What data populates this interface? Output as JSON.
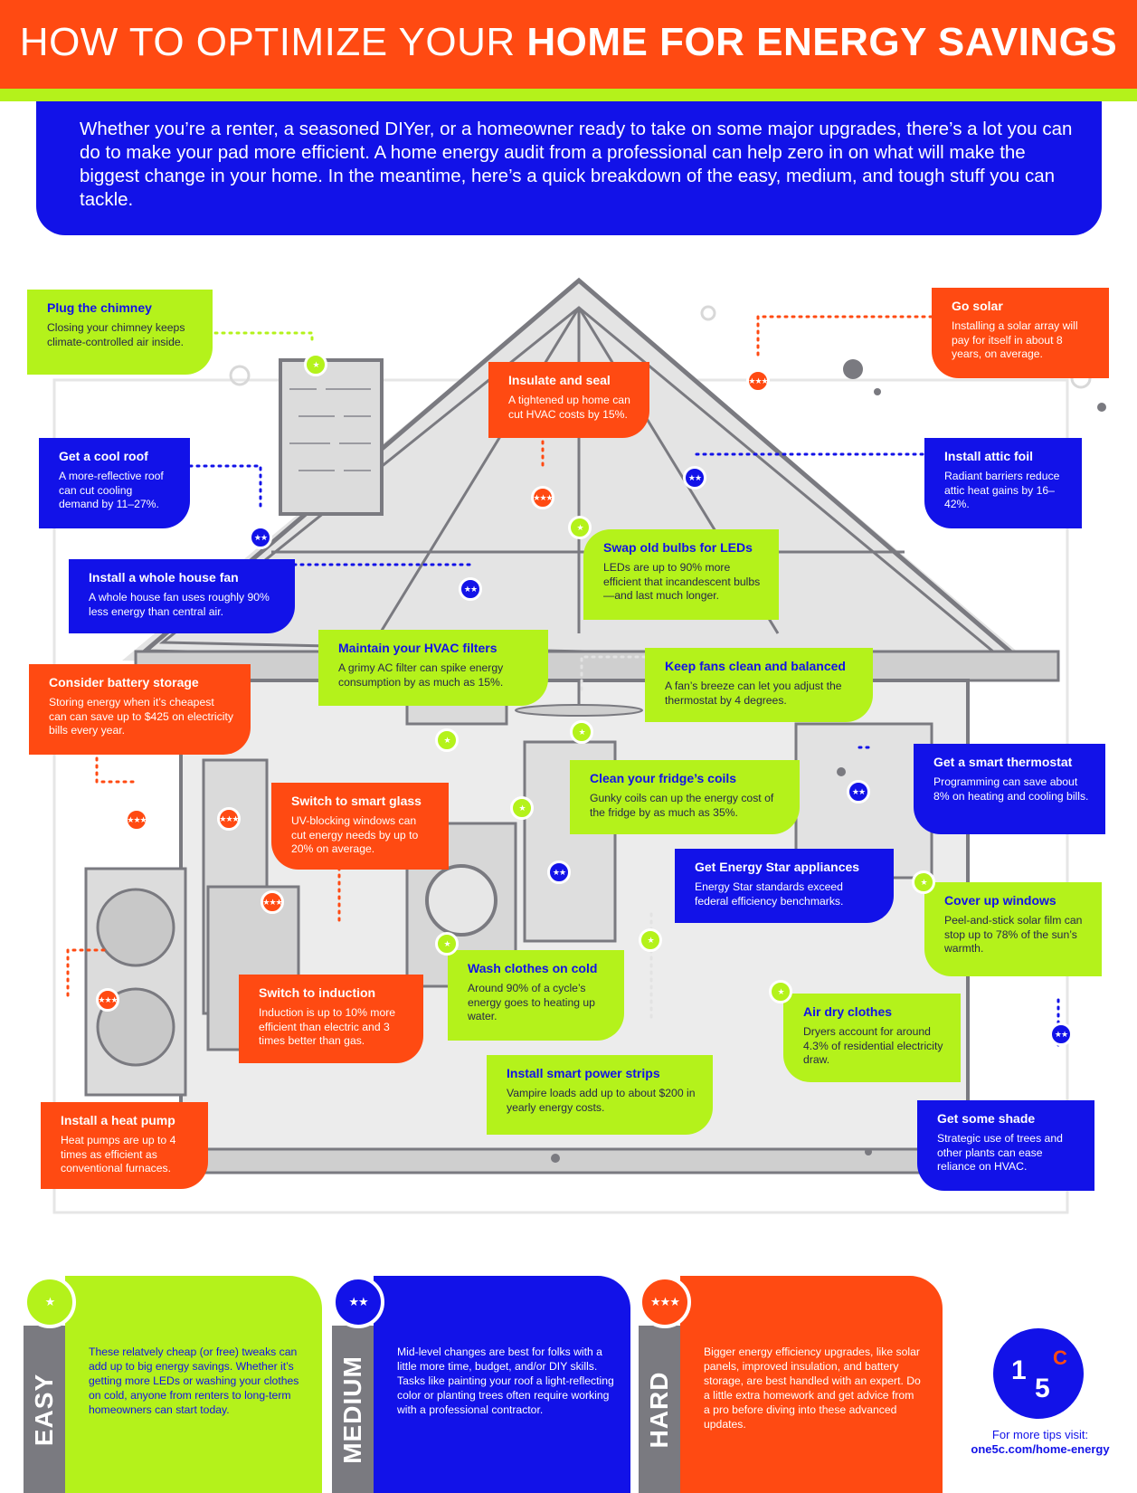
{
  "header": {
    "title_light": "HOW TO OPTIMIZE YOUR ",
    "title_bold": "HOME FOR ENERGY SAVINGS"
  },
  "intro": "Whether you’re a renter, a seasoned DIYer, or a homeowner ready to take on some major upgrades, there’s a lot you can do to make your pad more efficient. A home energy audit from a professional can help zero in on what will make the biggest change in your home. In the meantime, here’s a quick breakdown of the easy, medium, and tough stuff you can tackle.",
  "tips": {
    "chimney": {
      "title": "Plug the chimney",
      "text": "Closing your chimney keeps climate-controlled air inside."
    },
    "solar": {
      "title": "Go solar",
      "text": "Installing a solar array will pay for itself in about 8 years, on average."
    },
    "insulate": {
      "title": "Insulate and seal",
      "text": "A tightened up home can cut HVAC costs by 15%."
    },
    "cool_roof": {
      "title": "Get a cool roof",
      "text": "A more-reflective roof can cut cooling demand by 11–27%."
    },
    "attic_foil": {
      "title": "Install attic foil",
      "text": "Radiant barriers reduce attic heat gains by 16–42%."
    },
    "leds": {
      "title": "Swap old bulbs for LEDs",
      "text": "LEDs are up to 90% more efficient that incandescent bulbs—and last much longer."
    },
    "house_fan": {
      "title": "Install a whole house fan",
      "text": "A whole house fan uses roughly 90% less energy than central air."
    },
    "hvac_filters": {
      "title": "Maintain your HVAC filters",
      "text": "A grimy AC filter can spike energy consumption by as much as 15%."
    },
    "fans": {
      "title": "Keep fans clean and balanced",
      "text": "A fan’s breeze can let you adjust the thermostat by 4 degrees."
    },
    "battery": {
      "title": "Consider battery storage",
      "text": "Storing energy when it’s cheapest can can save up to $425 on electricity bills every year."
    },
    "thermostat": {
      "title": "Get a smart thermostat",
      "text": "Programming can save about 8% on heating and cooling bills."
    },
    "fridge": {
      "title": "Clean your fridge’s coils",
      "text": "Gunky coils can up the energy cost of the fridge by as much as 35%."
    },
    "smart_glass": {
      "title": "Switch to smart glass",
      "text": "UV-blocking windows can cut energy needs by up to 20% on average."
    },
    "energy_star": {
      "title": "Get Energy Star appliances",
      "text": "Energy Star standards exceed federal efficiency benchmarks."
    },
    "windows": {
      "title": "Cover up windows",
      "text": "Peel-and-stick solar film can stop up to 78% of the sun’s warmth."
    },
    "wash_cold": {
      "title": "Wash clothes on cold",
      "text": "Around 90% of a cycle’s energy goes to heating up water."
    },
    "induction": {
      "title": "Switch to induction",
      "text": "Induction is up to 10% more efficient than electric and 3 times better than gas."
    },
    "air_dry": {
      "title": "Air dry clothes",
      "text": "Dryers account for around 4.3% of residential electricity draw."
    },
    "power_strips": {
      "title": "Install smart power strips",
      "text": "Vampire loads add up to about $200 in yearly energy costs."
    },
    "heat_pump": {
      "title": "Install a heat pump",
      "text": "Heat pumps are up to 4 times as efficient as conventional furnaces."
    },
    "shade": {
      "title": "Get some shade",
      "text": "Strategic use of trees and other plants can ease reliance on HVAC."
    }
  },
  "difficulty": {
    "easy": {
      "label": "EASY",
      "stars": "★",
      "text": "These relatvely cheap (or free) tweaks can add up to big energy savings. Whether it’s getting more LEDs or washing your clothes on cold, anyone from renters to long-term homeowners can start today."
    },
    "medium": {
      "label": "MEDIUM",
      "stars": "★★",
      "text": "Mid-level changes are best for folks with a little more time, budget, and/or DIY skills. Tasks like painting your roof a light-reflecting color or planting trees often require working with a professional contractor."
    },
    "hard": {
      "label": "HARD",
      "stars": "★★★",
      "text": "Bigger energy efficiency upgrades, like solar panels, improved insulation, and battery storage, are best handled with an expert. Do a little extra homework and get advice from a pro before diving into these advanced updates."
    }
  },
  "logo": {
    "one": "1",
    "five": "5",
    "c": "C"
  },
  "footer": {
    "prompt": "For more tips visit:",
    "url": "one5c.com/home-energy"
  },
  "colors": {
    "orange": "#ff4a12",
    "lime": "#b4f21b",
    "blue": "#1212e8",
    "gray": "#7a7a80"
  }
}
